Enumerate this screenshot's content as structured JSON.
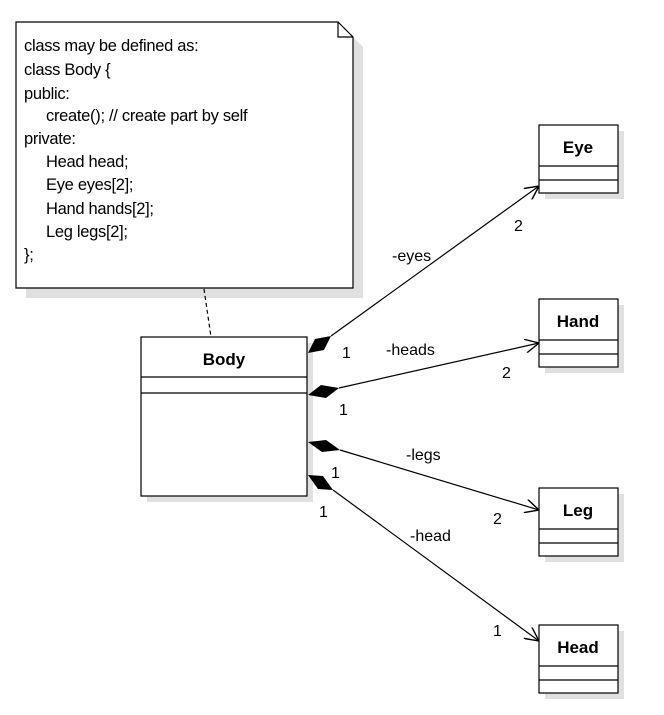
{
  "note": {
    "lines": [
      "class may be defined as:",
      "class Body {",
      "public:",
      "create(); // create part by self",
      "private:",
      "Head head;",
      "Eye eyes[2];",
      "Hand hands[2];",
      "Leg legs[2];",
      "};"
    ]
  },
  "classes": {
    "body": "Body",
    "eye": "Eye",
    "hand": "Hand",
    "leg": "Leg",
    "head": "Head"
  },
  "associations": {
    "eyes": {
      "role": "-eyes",
      "source_mult": "1",
      "target_mult": "2"
    },
    "hands": {
      "role": "-heads",
      "source_mult": "1",
      "target_mult": "2"
    },
    "legs": {
      "role": "-legs",
      "source_mult": "1",
      "target_mult": "2"
    },
    "head": {
      "role": "-head",
      "source_mult": "1",
      "target_mult": "1"
    }
  }
}
